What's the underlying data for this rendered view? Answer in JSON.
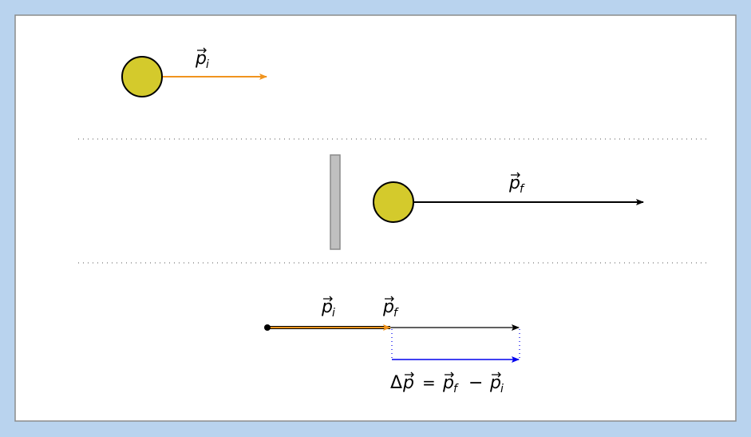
{
  "colors": {
    "background": "#b9d3ee",
    "panel": "#ffffff",
    "panel_border": "#8c8c8c",
    "ball_fill": "#d4ca2c",
    "ball_stroke": "#000000",
    "wall_fill": "#c0c0c0",
    "wall_stroke": "#8a8a8a",
    "initial_momentum": "#f0941e",
    "final_momentum": "#000000",
    "delta_momentum": "#0000ee",
    "divider": "#777777"
  },
  "scene1": {
    "label_base": "p",
    "label_sub": "i"
  },
  "scene2": {
    "label_base": "p",
    "label_sub": "f"
  },
  "scene3": {
    "label_pi_base": "p",
    "label_pi_sub": "i",
    "label_pf_base": "p",
    "label_pf_sub": "f",
    "eq_delta": "Δ",
    "eq_p": "p",
    "eq_equals": "=",
    "eq_pf_base": "p",
    "eq_pf_sub": "f",
    "eq_minus": "−",
    "eq_pi_base": "p",
    "eq_pi_sub": "i",
    "vector_arrow": "→"
  }
}
